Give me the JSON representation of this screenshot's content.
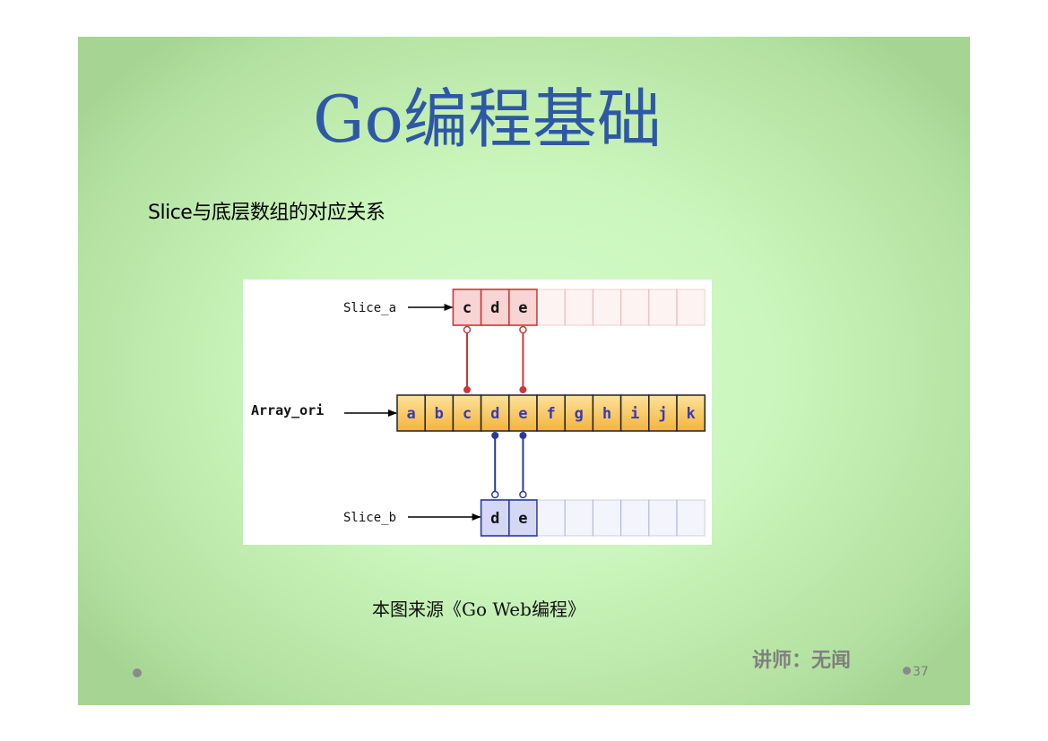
{
  "slide": {
    "title": "Go编程基础",
    "subtitle": "Slice与底层数组的对应关系",
    "caption": "本图来源《Go Web编程》",
    "lecturer": "讲师：无闻",
    "page_number": "37"
  },
  "diagram": {
    "slice_a": {
      "label": "Slice_a",
      "cells": [
        "c",
        "d",
        "e"
      ],
      "empty_cells": 6
    },
    "array_ori": {
      "label": "Array_ori",
      "cells": [
        "a",
        "b",
        "c",
        "d",
        "e",
        "f",
        "g",
        "h",
        "i",
        "j",
        "k"
      ]
    },
    "slice_b": {
      "label": "Slice_b",
      "cells": [
        "d",
        "e"
      ],
      "empty_cells": 6
    },
    "colors": {
      "slice_a_fill": "#f8d4d4",
      "slice_a_stroke": "#c83a3a",
      "array_fill_top": "#fde29a",
      "array_fill_bottom": "#f3b43c",
      "array_letter": "#3a3ab4",
      "slice_b_fill": "#d4d8f4",
      "slice_b_stroke": "#2a3a96",
      "title": "#2e58a6"
    }
  }
}
